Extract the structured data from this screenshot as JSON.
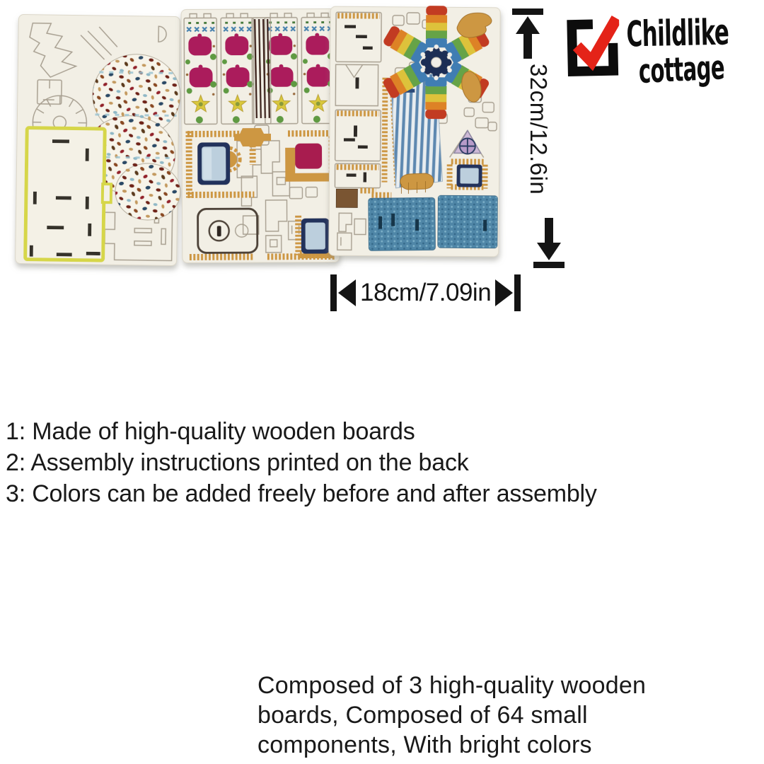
{
  "brand": {
    "logo_text_line1": "Childlike",
    "logo_text_line2": "cottage",
    "logo_mark": "checkbox-with-red-checkmark",
    "colors": {
      "text": "#0d0d0d",
      "checkmark": "#e42318",
      "box": "#0c0c0c"
    }
  },
  "dimensions": {
    "height": "32cm/12.6in",
    "width": "18cm/7.09in"
  },
  "features": [
    "1: Made of high-quality wooden boards",
    "2: Assembly instructions printed on the back",
    "3: Colors can be added freely before and after assembly"
  ],
  "description_lines": [
    "Composed of 3 high-quality wooden",
    "boards,  Composed of 64 small",
    "components,  With bright colors"
  ],
  "photo": {
    "subject": "three laser-cut printed wooden craft boards of a childlike cottage 3D puzzle kit",
    "board_count": 3,
    "palette": {
      "board": "#f2efe5",
      "cut_outline": "#a79f90",
      "magenta": "#ab1e5c",
      "green": "#5f9a43",
      "yellow_flower": "#d9c83e",
      "tan": "#cd9743",
      "navy_frame": "#24305c",
      "window_glass": "#bccfdd",
      "roof_blue": "#4f86a7",
      "awning_stripe": "#5d88b0",
      "yellow_panel_border": "#d6d648",
      "rainbow": [
        "#c23a20",
        "#dd8227",
        "#ddc23b",
        "#66a346",
        "#3f7db3"
      ]
    }
  }
}
